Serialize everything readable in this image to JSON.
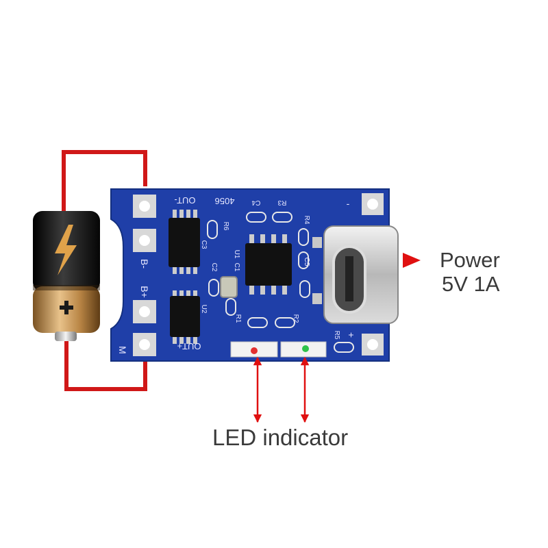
{
  "pcb": {
    "silkscreen": {
      "out_minus": "OUT-",
      "ic_name": "4056",
      "c4": "C4",
      "r3": "R3",
      "minus": "-",
      "r6": "R6",
      "c3": "C3",
      "u1": "U1",
      "c1": "C1",
      "c2": "C2",
      "r4": "R4",
      "c5": "C5",
      "u2": "U2",
      "b_minus": "B-",
      "b_plus": "B+",
      "r1": "R1",
      "r2": "R2",
      "r5": "R5",
      "plus": "+",
      "out_plus": "OUT+",
      "m": "M"
    }
  },
  "annotations": {
    "power_line1": "Power",
    "power_line2": "5V 1A",
    "led_indicator": "LED indicator"
  },
  "colors": {
    "board": "#1f3fa8",
    "wire": "#d01818",
    "arrow": "#e01010",
    "battery_gold": "#c8964f",
    "battery_black": "#1a1a1a",
    "led_green": "#2ec24a",
    "led_red": "#e23030"
  },
  "icons": {
    "battery": "battery-icon",
    "bolt": "lightning-bolt-icon",
    "usb": "usb-c-connector-icon"
  }
}
